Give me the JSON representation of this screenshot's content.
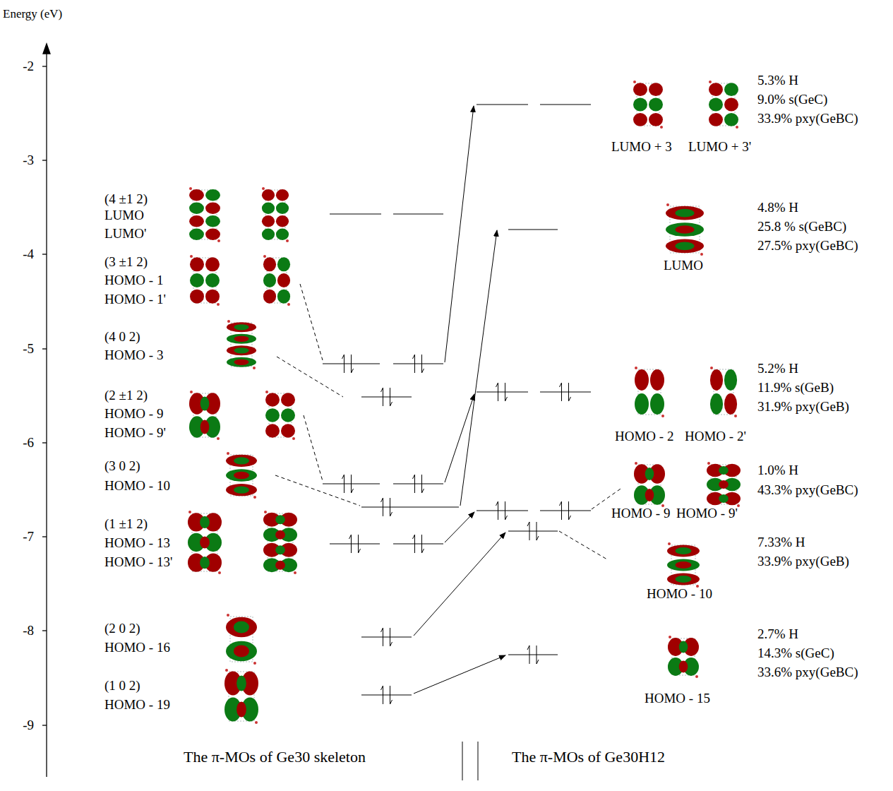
{
  "diagram": {
    "labels": [
      "Energy (eV)",
      "-2",
      "-3",
      "-4",
      "-5",
      "-6",
      "-7",
      "-8",
      "-9",
      "(4 ±1 2)",
      "LUMO",
      "LUMO'",
      "(3 ±1 2)",
      "HOMO - 1",
      "HOMO - 1'",
      "(4 0 2)",
      "HOMO - 3",
      "(2 ±1 2)",
      "HOMO - 9",
      "HOMO - 9'",
      "(3 0 2)",
      "HOMO - 10",
      "(1 ±1 2)",
      "HOMO - 13",
      "HOMO - 13'",
      "(2 0 2)",
      "HOMO - 16",
      "(1 0 2)",
      "HOMO - 19",
      "LUMO + 3",
      "LUMO + 3'",
      "5.3% H",
      "9.0% s(GeC)",
      "33.9% pxy(GeBC)",
      "LUMO",
      "4.8% H",
      "25.8 % s(GeBC)",
      "27.5% pxy(GeBC)",
      "HOMO - 2",
      "HOMO - 2'",
      "5.2% H",
      "11.9% s(GeB)",
      "31.9% pxy(GeB)",
      "HOMO - 9",
      "HOMO - 9'",
      "1.0% H",
      "43.3% pxy(GeBC)",
      "HOMO - 10",
      "7.33% H",
      "33.9% pxy(GeB)",
      "HOMO - 15",
      "2.7% H",
      "14.3% s(GeC)",
      "33.6% pxy(GeBC)",
      "The π-MOs of Ge30 skeleton",
      "The π-MOs of Ge30H12"
    ]
  }
}
